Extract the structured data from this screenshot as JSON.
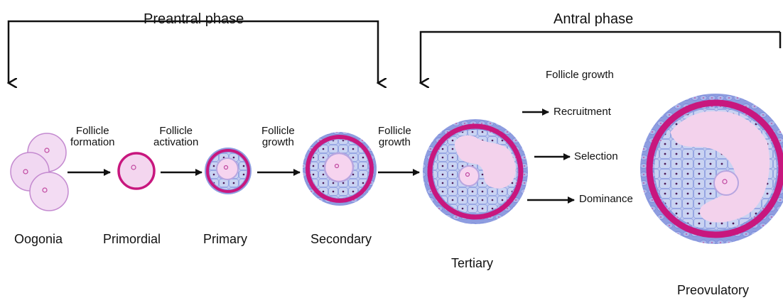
{
  "phases": {
    "preantral": "Preantral phase",
    "antral": "Antral phase"
  },
  "stages": {
    "oogonia": "Oogonia",
    "primordial": "Primordial",
    "primary": "Primary",
    "secondary": "Secondary",
    "tertiary": "Tertiary",
    "preovulatory": "Preovulatory"
  },
  "transitions": {
    "formation": [
      "Follicle",
      "formation"
    ],
    "activation": [
      "Follicle",
      "activation"
    ],
    "growth1": [
      "Follicle",
      "growth"
    ],
    "growth2": [
      "Follicle",
      "growth"
    ]
  },
  "antral_growth": {
    "title": "Follicle growth",
    "steps": [
      "Recruitment",
      "Selection",
      "Dominance"
    ]
  },
  "colors": {
    "magenta": "#c8177e",
    "granulosa": "#b9c6ec",
    "theca": "#8f9ee0",
    "antrum": "#f3d2ec",
    "oocyte": "#f6d4ef",
    "nucleus": "#5a1a6a"
  }
}
